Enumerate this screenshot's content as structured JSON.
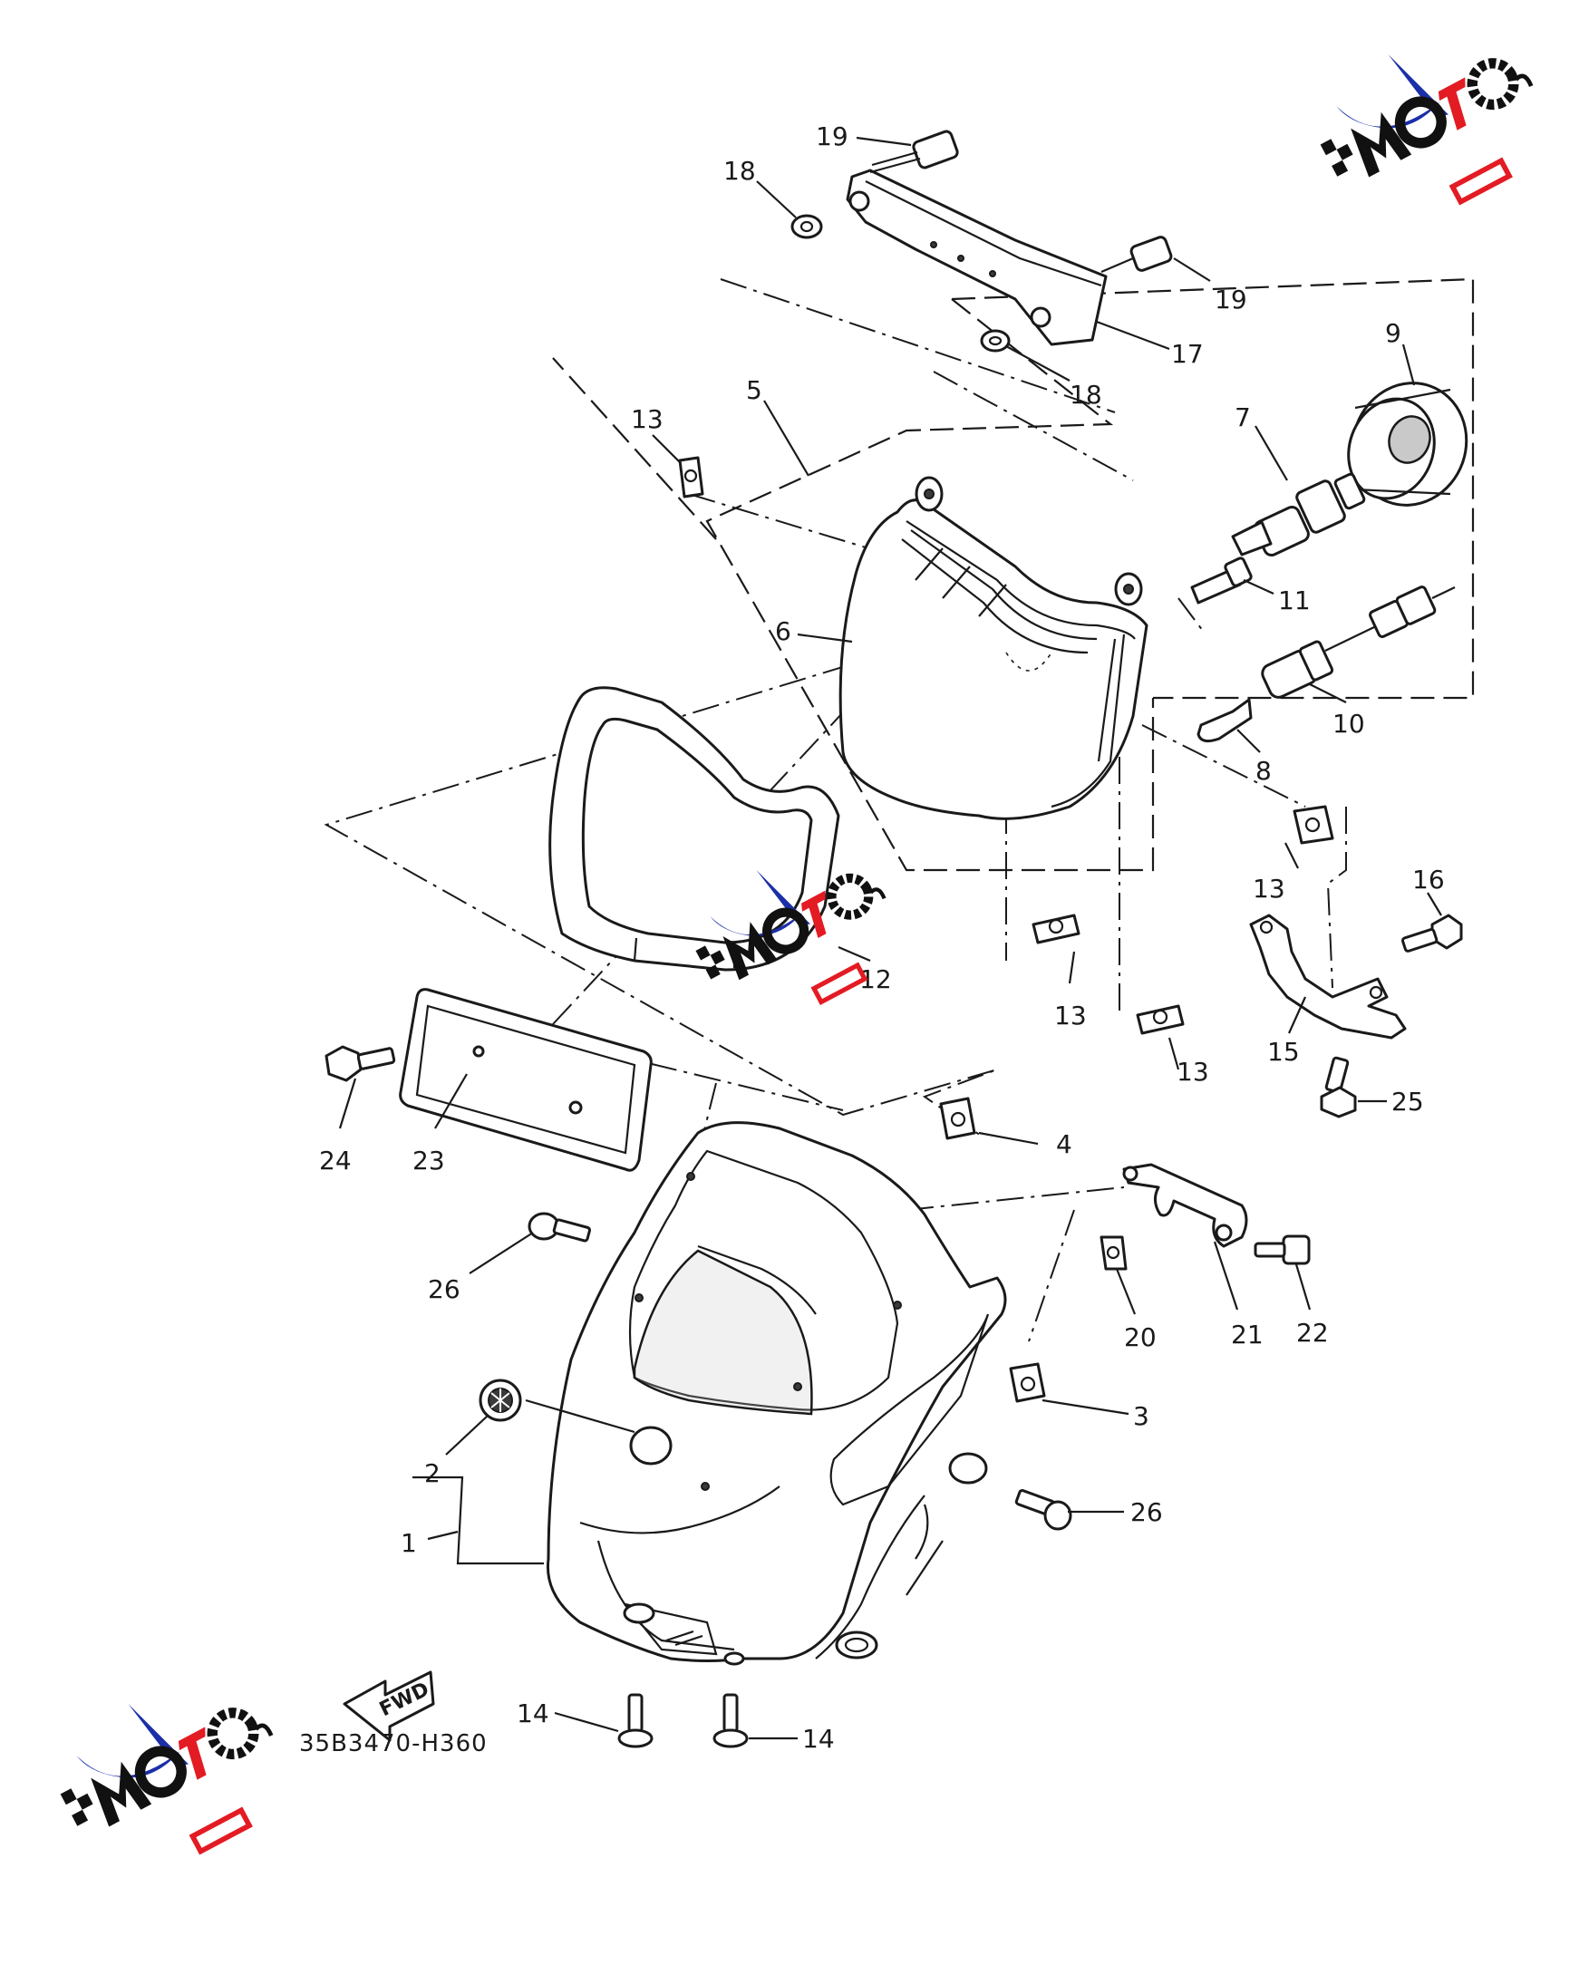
{
  "diagram": {
    "part_numbers": [
      "1",
      "2",
      "3",
      "4",
      "5",
      "6",
      "7",
      "8",
      "9",
      "10",
      "11",
      "12",
      "13",
      "14",
      "15",
      "16",
      "17",
      "18",
      "19",
      "20",
      "21",
      "22",
      "23",
      "24",
      "25",
      "26"
    ],
    "drawing_code": "35B3470-H360",
    "direction_label": "FWD"
  },
  "watermark": {
    "colors": {
      "swoosh": "#1b2fa8",
      "accent": "#e31b23",
      "ink": "#111111"
    },
    "icon": "moto-guids-logo"
  },
  "callouts": [
    {
      "id": "c19a",
      "label": "19"
    },
    {
      "id": "c18a",
      "label": "18"
    },
    {
      "id": "c19b",
      "label": "19"
    },
    {
      "id": "c17",
      "label": "17"
    },
    {
      "id": "c18b",
      "label": "18"
    },
    {
      "id": "c9",
      "label": "9"
    },
    {
      "id": "c7",
      "label": "7"
    },
    {
      "id": "c13a",
      "label": "13"
    },
    {
      "id": "c5",
      "label": "5"
    },
    {
      "id": "c11",
      "label": "11"
    },
    {
      "id": "c6",
      "label": "6"
    },
    {
      "id": "c10",
      "label": "10"
    },
    {
      "id": "c8",
      "label": "8"
    },
    {
      "id": "c13b",
      "label": "13"
    },
    {
      "id": "c16",
      "label": "16"
    },
    {
      "id": "c12",
      "label": "12"
    },
    {
      "id": "c13c",
      "label": "13"
    },
    {
      "id": "c13d",
      "label": "13"
    },
    {
      "id": "c15",
      "label": "15"
    },
    {
      "id": "c25",
      "label": "25"
    },
    {
      "id": "c24",
      "label": "24"
    },
    {
      "id": "c23",
      "label": "23"
    },
    {
      "id": "c4",
      "label": "4"
    },
    {
      "id": "c26a",
      "label": "26"
    },
    {
      "id": "c20",
      "label": "20"
    },
    {
      "id": "c21",
      "label": "21"
    },
    {
      "id": "c22",
      "label": "22"
    },
    {
      "id": "c3",
      "label": "3"
    },
    {
      "id": "c2",
      "label": "2"
    },
    {
      "id": "c26b",
      "label": "26"
    },
    {
      "id": "c1",
      "label": "1"
    },
    {
      "id": "c14a",
      "label": "14"
    },
    {
      "id": "c14b",
      "label": "14"
    }
  ]
}
